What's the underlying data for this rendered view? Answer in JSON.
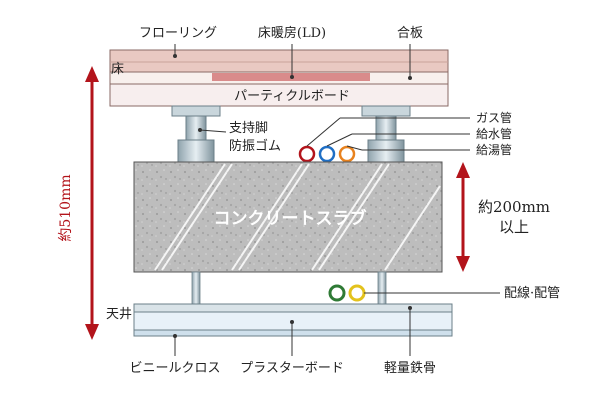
{
  "labels": {
    "flooring": "フローリング",
    "floor_heating": "床暖房(LD)",
    "plywood": "合板",
    "floor": "床",
    "particle_board": "パーティクルボード",
    "support_leg_1": "支持脚",
    "support_leg_2": "防振ゴム",
    "gas_pipe": "ガス管",
    "water_pipe": "給水管",
    "hot_water_pipe": "給湯管",
    "concrete_slab": "コンクリートスラブ",
    "slab_thickness_1": "約200mm",
    "slab_thickness_2": "以上",
    "total_height": "約510mm",
    "ceiling": "天井",
    "wiring": "配線·配管",
    "vinyl_cloth": "ビニールクロス",
    "plaster_board": "プラスターボード",
    "light_steel": "軽量鉄骨"
  },
  "colors": {
    "accent_red": "#b3141b",
    "floor_heating": "#c0343a",
    "flooring_pink": "#e9c9c2",
    "gas_pipe": "#b3141b",
    "water_pipe": "#1f6fc5",
    "hot_water_pipe": "#e8821e",
    "cable_green": "#2f7a35",
    "cable_yellow": "#e3c21c"
  }
}
